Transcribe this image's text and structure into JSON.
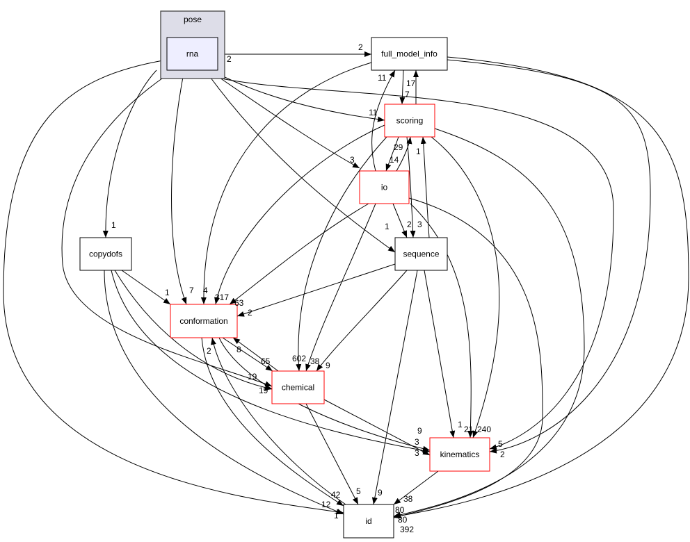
{
  "cluster": {
    "label": "pose",
    "fill": "#dddde8",
    "stroke": "#444444"
  },
  "nodes": {
    "rna": {
      "label": "rna",
      "fill": "#eeeeff",
      "stroke": "#000000"
    },
    "full_model_info": {
      "label": "full_model_info",
      "stroke": "#000000"
    },
    "scoring": {
      "label": "scoring",
      "stroke": "#ff0000"
    },
    "io": {
      "label": "io",
      "stroke": "#ff0000"
    },
    "copydofs": {
      "label": "copydofs",
      "stroke": "#000000"
    },
    "sequence": {
      "label": "sequence",
      "stroke": "#000000"
    },
    "conformation": {
      "label": "conformation",
      "stroke": "#ff0000"
    },
    "chemical": {
      "label": "chemical",
      "stroke": "#ff0000"
    },
    "kinematics": {
      "label": "kinematics",
      "stroke": "#ff0000"
    },
    "id": {
      "label": "id",
      "stroke": "#000000"
    }
  },
  "edges": [
    {
      "from": "rna",
      "to": "full_model_info",
      "label": "2"
    },
    {
      "from": "full_model_info",
      "to": "rna",
      "label": "2"
    },
    {
      "from": "rna",
      "to": "scoring",
      "label": "11"
    },
    {
      "from": "rna",
      "to": "io",
      "label": "3"
    },
    {
      "from": "rna",
      "to": "sequence",
      "label": "1"
    },
    {
      "from": "rna",
      "to": "conformation",
      "label": "7"
    },
    {
      "from": "rna",
      "to": "copydofs",
      "label": "1"
    },
    {
      "from": "rna",
      "to": "chemical",
      "label": "19"
    },
    {
      "from": "rna",
      "to": "id",
      "label": "1"
    },
    {
      "from": "rna",
      "to": "kinematics",
      "label": "5"
    },
    {
      "from": "full_model_info",
      "to": "conformation",
      "label": "4"
    },
    {
      "from": "full_model_info",
      "to": "scoring",
      "label": "7"
    },
    {
      "from": "scoring",
      "to": "full_model_info",
      "label": "17"
    },
    {
      "from": "full_model_info",
      "to": "kinematics",
      "label": "2"
    },
    {
      "from": "full_model_info",
      "to": "id",
      "label": "392"
    },
    {
      "from": "scoring",
      "to": "io",
      "label": "14"
    },
    {
      "from": "io",
      "to": "scoring",
      "label": "29"
    },
    {
      "from": "io",
      "to": "full_model_info",
      "label": "11"
    },
    {
      "from": "scoring",
      "to": "conformation",
      "label": "317"
    },
    {
      "from": "scoring",
      "to": "chemical",
      "label": "602"
    },
    {
      "from": "scoring",
      "to": "sequence",
      "label": "3"
    },
    {
      "from": "sequence",
      "to": "scoring",
      "label": "1"
    },
    {
      "from": "scoring",
      "to": "kinematics",
      "label": "240"
    },
    {
      "from": "scoring",
      "to": "id",
      "label": "80"
    },
    {
      "from": "io",
      "to": "conformation",
      "label": "63"
    },
    {
      "from": "io",
      "to": "chemical",
      "label": "38"
    },
    {
      "from": "io",
      "to": "sequence",
      "label": "2"
    },
    {
      "from": "io",
      "to": "kinematics",
      "label": "21"
    },
    {
      "from": "io",
      "to": "id",
      "label": "80"
    },
    {
      "from": "copydofs",
      "to": "conformation",
      "label": "1"
    },
    {
      "from": "copydofs",
      "to": "chemical",
      "label": "19"
    },
    {
      "from": "copydofs",
      "to": "kinematics",
      "label": "3"
    },
    {
      "from": "copydofs",
      "to": "id",
      "label": "12"
    },
    {
      "from": "sequence",
      "to": "conformation",
      "label": "2"
    },
    {
      "from": "sequence",
      "to": "chemical",
      "label": "9"
    },
    {
      "from": "sequence",
      "to": "id",
      "label": "9"
    },
    {
      "from": "sequence",
      "to": "kinematics",
      "label": "1"
    },
    {
      "from": "conformation",
      "to": "chemical",
      "label": "65"
    },
    {
      "from": "chemical",
      "to": "conformation",
      "label": "8"
    },
    {
      "from": "conformation",
      "to": "kinematics",
      "label": "3"
    },
    {
      "from": "conformation",
      "to": "id",
      "label": "42"
    },
    {
      "from": "id",
      "to": "conformation",
      "label": "2"
    },
    {
      "from": "chemical",
      "to": "kinematics",
      "label": "9"
    },
    {
      "from": "chemical",
      "to": "id",
      "label": "5"
    },
    {
      "from": "kinematics",
      "to": "id",
      "label": "38"
    }
  ]
}
